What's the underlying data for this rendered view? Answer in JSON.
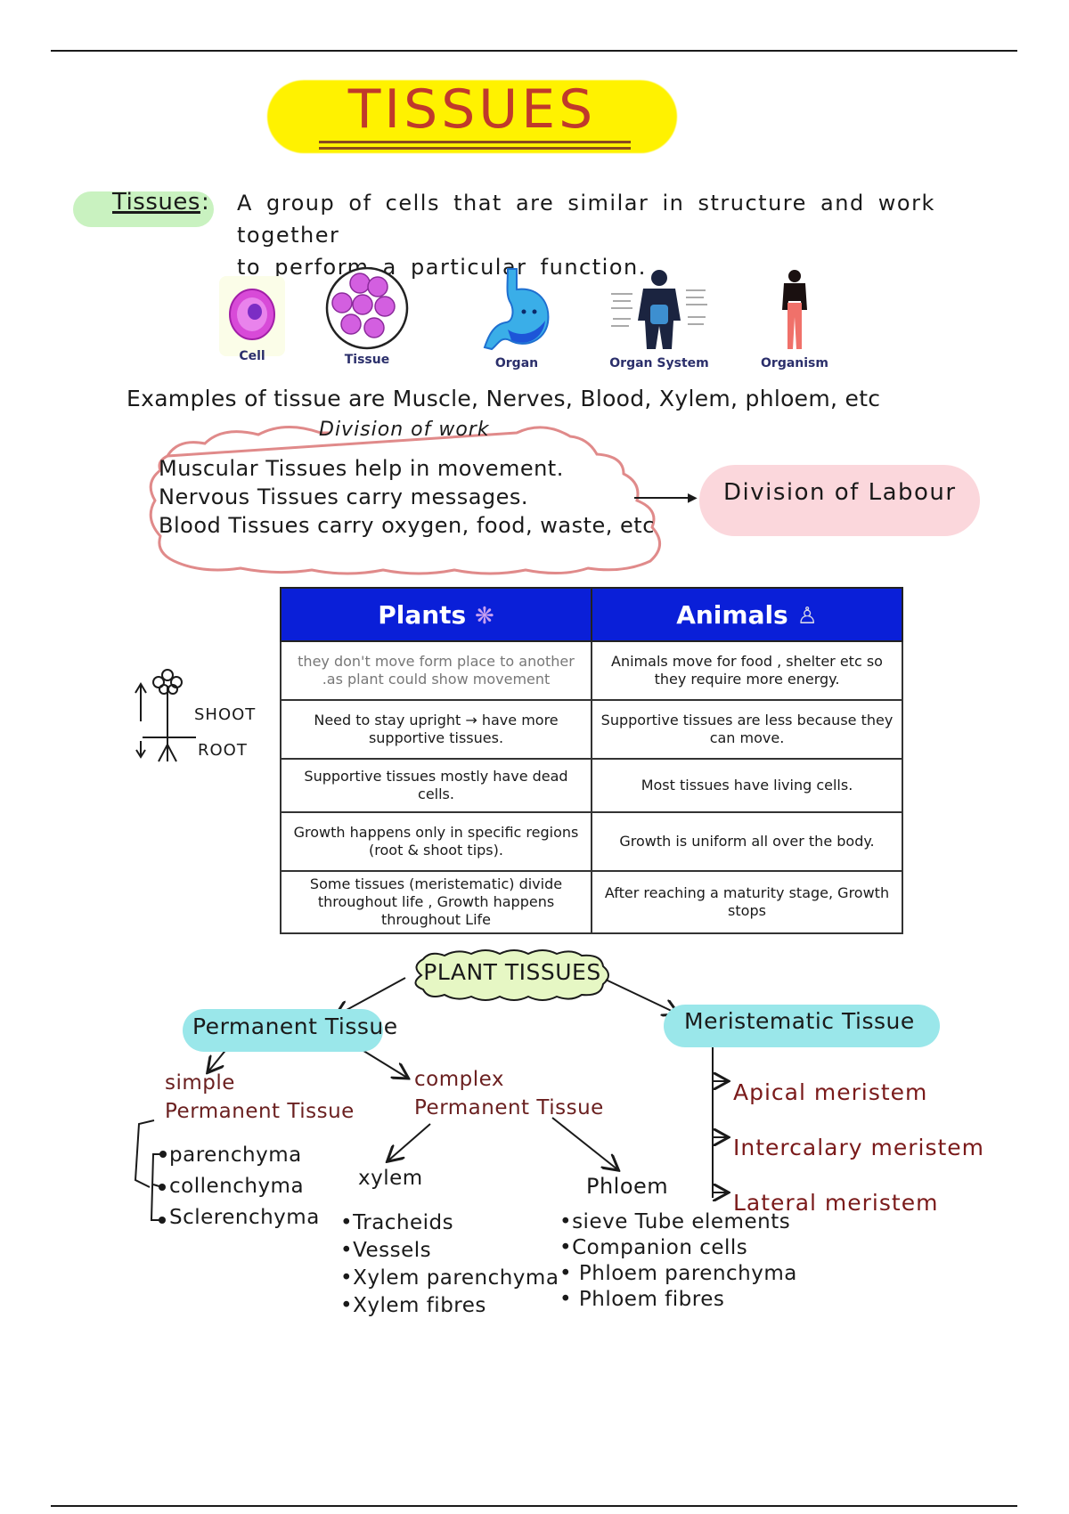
{
  "page": {
    "title": "TISSUES"
  },
  "definition": {
    "term": "Tissues",
    "colon": ":",
    "line1": "A group of cells that are similar in structure and work together",
    "line2": "to perform a particular function."
  },
  "hierarchy": {
    "items": [
      {
        "label": "Cell",
        "icon": "cell-icon"
      },
      {
        "label": "Tissue",
        "icon": "tissue-icon"
      },
      {
        "label": "Organ",
        "icon": "stomach-icon"
      },
      {
        "label": "Organ System",
        "icon": "organ-system-icon"
      },
      {
        "label": "Organism",
        "icon": "human-icon"
      }
    ]
  },
  "examples": "Examples of tissue are Muscle, Nerves, Blood, Xylem, phloem, etc",
  "division_of_work": {
    "title": "Division of work",
    "lines": [
      "Muscular Tissues help in movement.",
      "Nervous Tissues carry messages.",
      "Blood Tissues carry oxygen, food, waste, etc"
    ],
    "result": "Division of Labour"
  },
  "comparison_table": {
    "headers": [
      "Plants",
      "Animals"
    ],
    "header_icons": [
      "plant-icon",
      "person-icon"
    ],
    "rows": [
      [
        "they don't move form place to another .as plant could show movement",
        "Animals move for food , shelter etc so they require more energy."
      ],
      [
        "Need to stay upright → have more supportive tissues.",
        "Supportive tissues are less because they can move."
      ],
      [
        "Supportive tissues mostly have dead cells.",
        "Most tissues have living cells."
      ],
      [
        "Growth happens only in specific regions (root & shoot tips).",
        "Growth is uniform all over the body."
      ],
      [
        "Some tissues (meristematic) divide throughout life , Growth happens throughout Life",
        "After reaching a maturity stage, Growth stops"
      ]
    ]
  },
  "shoot_root": {
    "shoot": "SHOOT",
    "root": "ROOT"
  },
  "plant_tissues": {
    "root": "PLANT TISSUES",
    "permanent": {
      "label": "Permanent Tissue",
      "simple": {
        "label_line1": "simple",
        "label_line2": "Permanent Tissue",
        "items": [
          "parenchyma",
          "collenchyma",
          "Sclerenchyma"
        ]
      },
      "complex": {
        "label_line1": "complex",
        "label_line2": "Permanent Tissue",
        "xylem": {
          "label": "xylem",
          "items": [
            "Tracheids",
            "Vessels",
            "Xylem parenchyma",
            "Xylem fibres"
          ]
        },
        "phloem": {
          "label": "Phloem",
          "items": [
            "sieve Tube elements",
            "Companion cells",
            "Phloem parenchyma",
            "Phloem fibres"
          ]
        }
      }
    },
    "meristematic": {
      "label": "Meristematic Tissue",
      "items": [
        "Apical meristem",
        "Intercalary meristem",
        "Lateral meristem"
      ]
    }
  },
  "colors": {
    "title_highlight": "#fff200",
    "title_text": "#c0392b",
    "definition_highlight": "#c9f2c0",
    "labour_highlight": "#fbd7dc",
    "cloud_outline": "#e08a8a",
    "table_header": "#0a1fd8",
    "tissue_highlight": "#9ae7ea",
    "plant_cloud": "#e6f7c4"
  }
}
